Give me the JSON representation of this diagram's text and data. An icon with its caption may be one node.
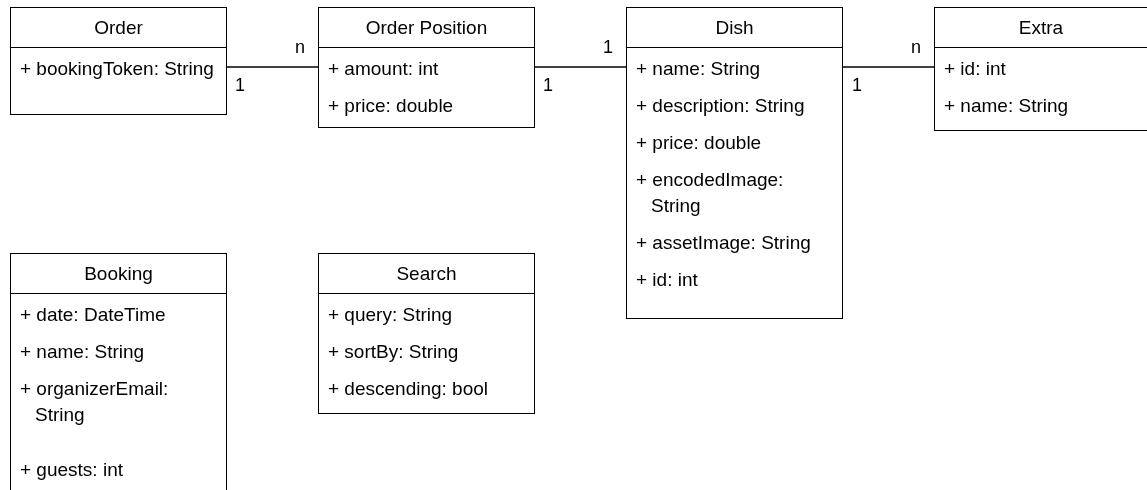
{
  "diagram": {
    "nodes": [
      {
        "text": [
          "Order",
          "+ bookingToken: String"
        ]
      },
      {
        "text": [
          "Order Position",
          "+ amount: int",
          "+ price: double"
        ]
      },
      {
        "text": [
          "Dish",
          "+ name: String",
          "+ description: String",
          "+ price: double",
          "+ encodedImage: String",
          "+ assetImage: String",
          "+ id: int"
        ]
      },
      {
        "text": [
          "Extra",
          "+ id: int",
          "+ name: String"
        ]
      },
      {
        "text": [
          "Booking",
          "+ date: DateTime",
          "+ name: String",
          "+ organizerEmail: String",
          "+ guests: int"
        ]
      },
      {
        "text": [
          "Search",
          "+ query: String",
          "+ sortBy: String",
          "+ descending: bool"
        ]
      }
    ],
    "edges": [
      {
        "from": 0,
        "to": 1,
        "arrow": "none"
      },
      {
        "from": 1,
        "to": 2,
        "arrow": "none"
      },
      {
        "from": 2,
        "to": 3,
        "arrow": "none"
      }
    ],
    "labels": [
      "n",
      "1",
      "n",
      "1",
      "1",
      "1"
    ]
  }
}
